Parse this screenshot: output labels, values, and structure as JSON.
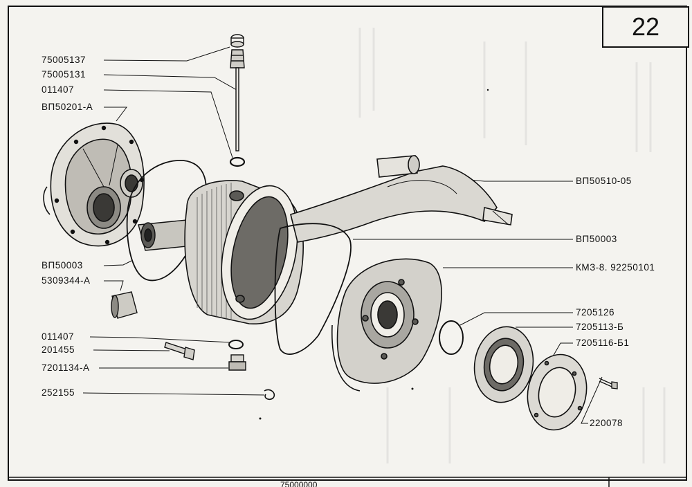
{
  "page_number": "22",
  "bottom_code": "75000000",
  "part_labels": {
    "p1": "75005137",
    "p2": "75005131",
    "p3": "011407",
    "p4": "ВП50201-А",
    "p5": "ВП50003",
    "p6": "5309344-А",
    "p7": "011407",
    "p8": "201455",
    "p9": "7201134-А",
    "p10": "252155",
    "p11": "ВП50510-05",
    "p12": "ВП50003",
    "p13": "КМЗ-8. 92250101",
    "p14": "7205126",
    "p15": "7205113-Б",
    "p16": "7205116-Б1",
    "p17": "220078"
  }
}
